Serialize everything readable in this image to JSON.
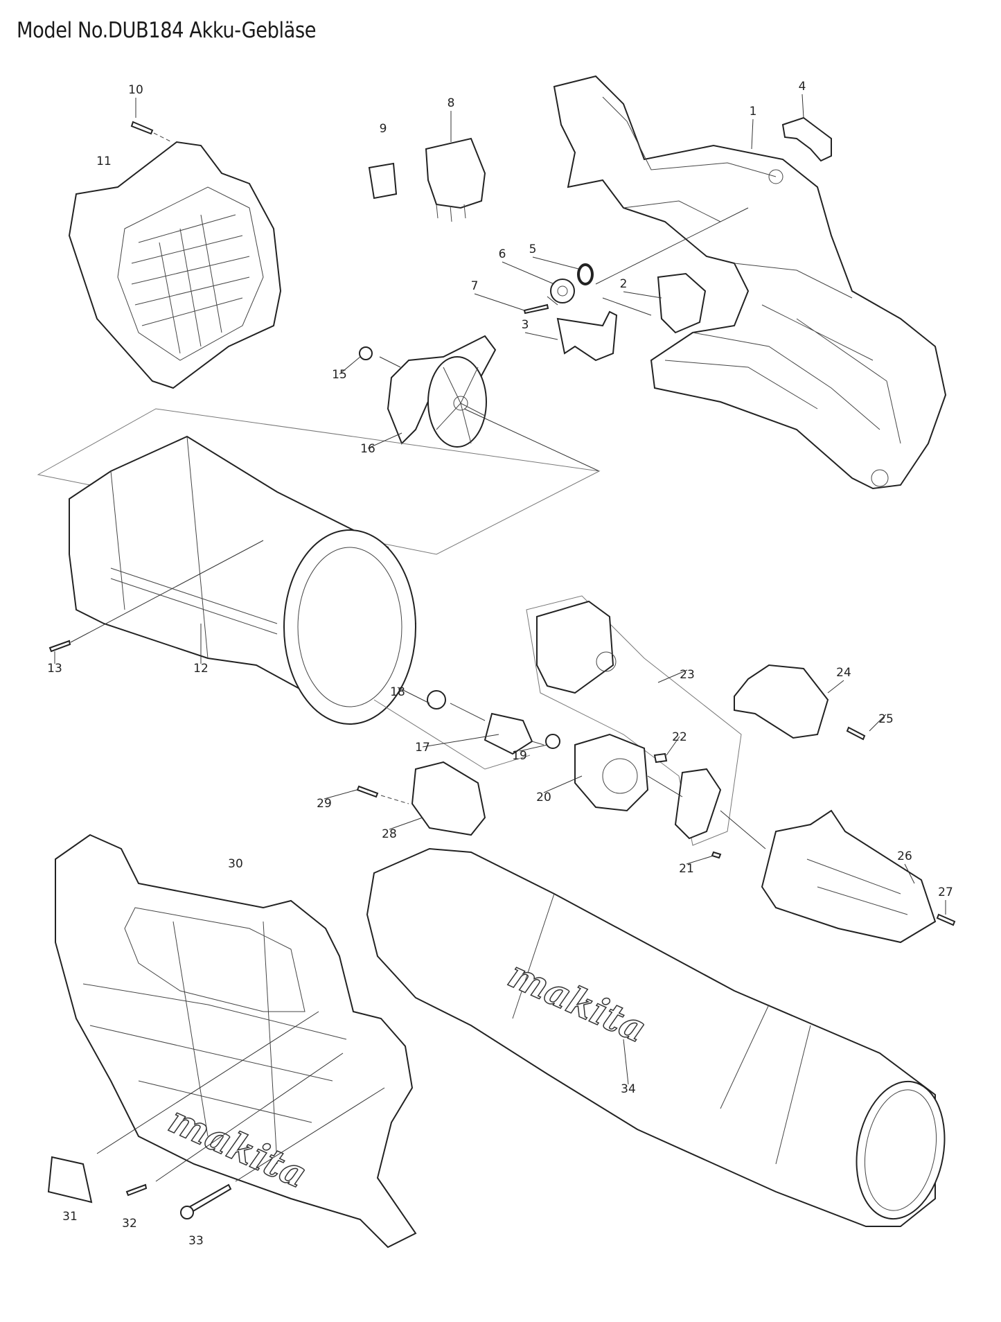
{
  "title": "Model No.DUB184 Akku-Gebläse",
  "brand": "makita",
  "parts": [
    {
      "no": "1"
    },
    {
      "no": "2"
    },
    {
      "no": "3"
    },
    {
      "no": "4"
    },
    {
      "no": "5"
    },
    {
      "no": "6"
    },
    {
      "no": "7"
    },
    {
      "no": "8"
    },
    {
      "no": "9"
    },
    {
      "no": "10"
    },
    {
      "no": "11"
    },
    {
      "no": "12"
    },
    {
      "no": "13"
    },
    {
      "no": "15"
    },
    {
      "no": "16"
    },
    {
      "no": "17"
    },
    {
      "no": "18"
    },
    {
      "no": "19"
    },
    {
      "no": "20"
    },
    {
      "no": "21"
    },
    {
      "no": "22"
    },
    {
      "no": "23"
    },
    {
      "no": "24"
    },
    {
      "no": "25"
    },
    {
      "no": "26"
    },
    {
      "no": "27"
    },
    {
      "no": "28"
    },
    {
      "no": "29"
    },
    {
      "no": "30"
    },
    {
      "no": "31"
    },
    {
      "no": "32"
    },
    {
      "no": "33"
    },
    {
      "no": "34"
    }
  ]
}
